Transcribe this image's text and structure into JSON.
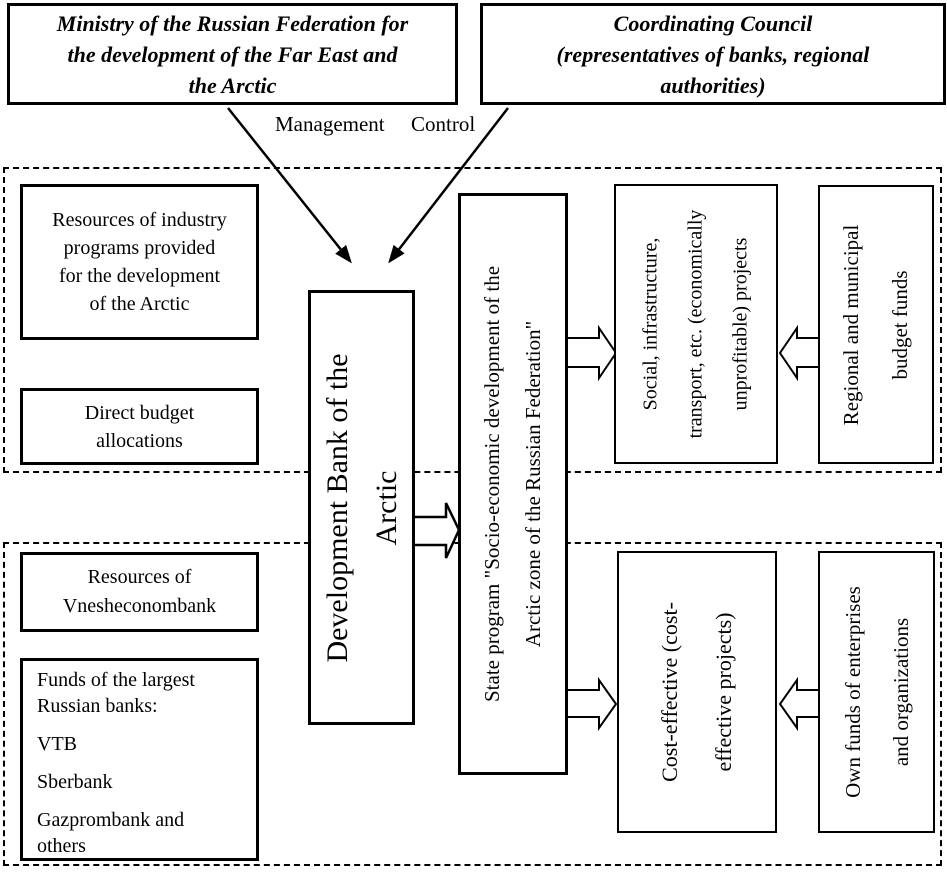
{
  "diagram": {
    "colors": {
      "line": "#000000",
      "background": "#ffffff"
    },
    "top_row": {
      "ministry": {
        "lines": [
          "Ministry of the Russian Federation for",
          "the development of the Far East and",
          "the Arctic"
        ]
      },
      "council": {
        "lines": [
          "Coordinating Council",
          "(representatives of banks, regional",
          "authorities)"
        ]
      },
      "management_label": "Management",
      "control_label": "Control"
    },
    "funding_top": {
      "industry_resources": {
        "lines": [
          "Resources of industry",
          "programs provided",
          "for the development",
          "of the Arctic"
        ]
      },
      "direct_budget": {
        "lines": [
          "Direct budget",
          "allocations"
        ]
      }
    },
    "funding_bottom": {
      "veb": {
        "lines": [
          "Resources of",
          "Vnesheconombank"
        ]
      },
      "bank_funds": {
        "lines": [
          "Funds of the largest",
          "Russian banks:",
          "VTB",
          "Sberbank",
          "Gazprombank and",
          "others"
        ]
      }
    },
    "center": {
      "development_bank": {
        "lines": [
          "Development Bank of the",
          "Arctic"
        ]
      },
      "state_program": {
        "lines": [
          "State program \"Socio-economic development of the",
          "Arctic zone of the Russian Federation\""
        ]
      }
    },
    "projects_top": {
      "social_projects": {
        "lines": [
          "Social, infrastructure,",
          "transport, etc. (economically",
          "unprofitable) projects"
        ]
      },
      "regional_budget": {
        "lines": [
          "Regional and municipal",
          "budget funds"
        ]
      }
    },
    "projects_bottom": {
      "cost_effective": {
        "lines": [
          "Cost-effective (cost-",
          "effective projects)"
        ]
      },
      "own_funds": {
        "lines": [
          "Own funds of enterprises",
          "and organizations"
        ]
      }
    }
  }
}
